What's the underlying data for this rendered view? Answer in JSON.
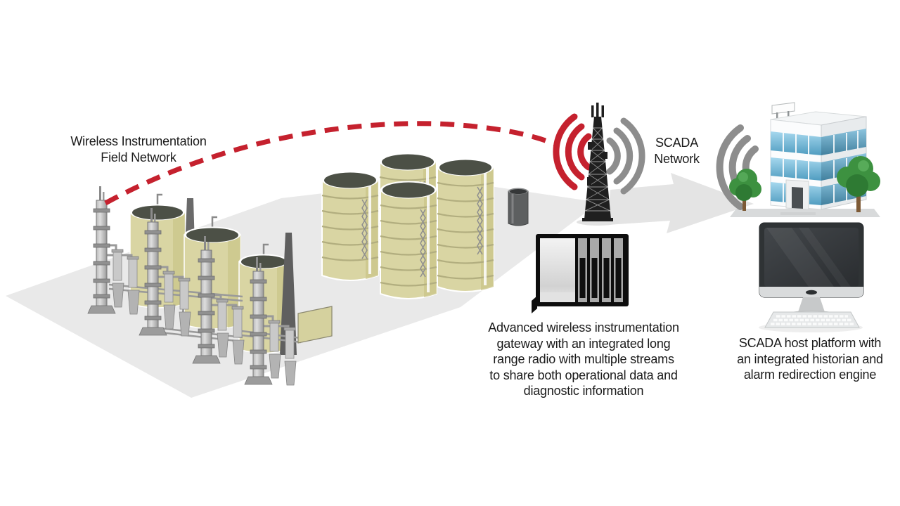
{
  "diagram": {
    "labels": {
      "field_network": {
        "lines": [
          "Wireless Instrumentation",
          "Field Network"
        ]
      },
      "scada_network": {
        "lines": [
          "SCADA",
          "Network"
        ]
      },
      "gateway_caption": {
        "lines": [
          "Advanced wireless instrumentation",
          "gateway with an integrated long",
          "range radio with multiple streams",
          "to share both operational data and",
          "diagnostic information"
        ]
      },
      "host_caption": {
        "lines": [
          "SCADA host platform with",
          "an integrated historian and",
          "alarm redirection engine"
        ]
      }
    },
    "colors": {
      "signal_red": "#c5212e",
      "signal_gray": "#8d8d8d",
      "ground_gray": "#e9e9e9",
      "tank_body_khaki": "#d9d5a3",
      "tank_top_dark": "#4c5046",
      "text": "#1a1a1a"
    },
    "icons": {
      "field_link": "red-dashed-wireless-link",
      "tower_left_signal": "wireless-arcs-red-icon",
      "tower_right_signal": "wireless-arcs-gray-icon",
      "building_signal": "wireless-arcs-gray-icon",
      "tower": "lattice-radio-tower-icon",
      "building": "office-building-icon",
      "host_computer": "desktop-computer-icon",
      "gateway": "gateway-rack-device-icon",
      "plant": "process-plant-icon",
      "tank_farm": "storage-tanks-icon"
    }
  }
}
